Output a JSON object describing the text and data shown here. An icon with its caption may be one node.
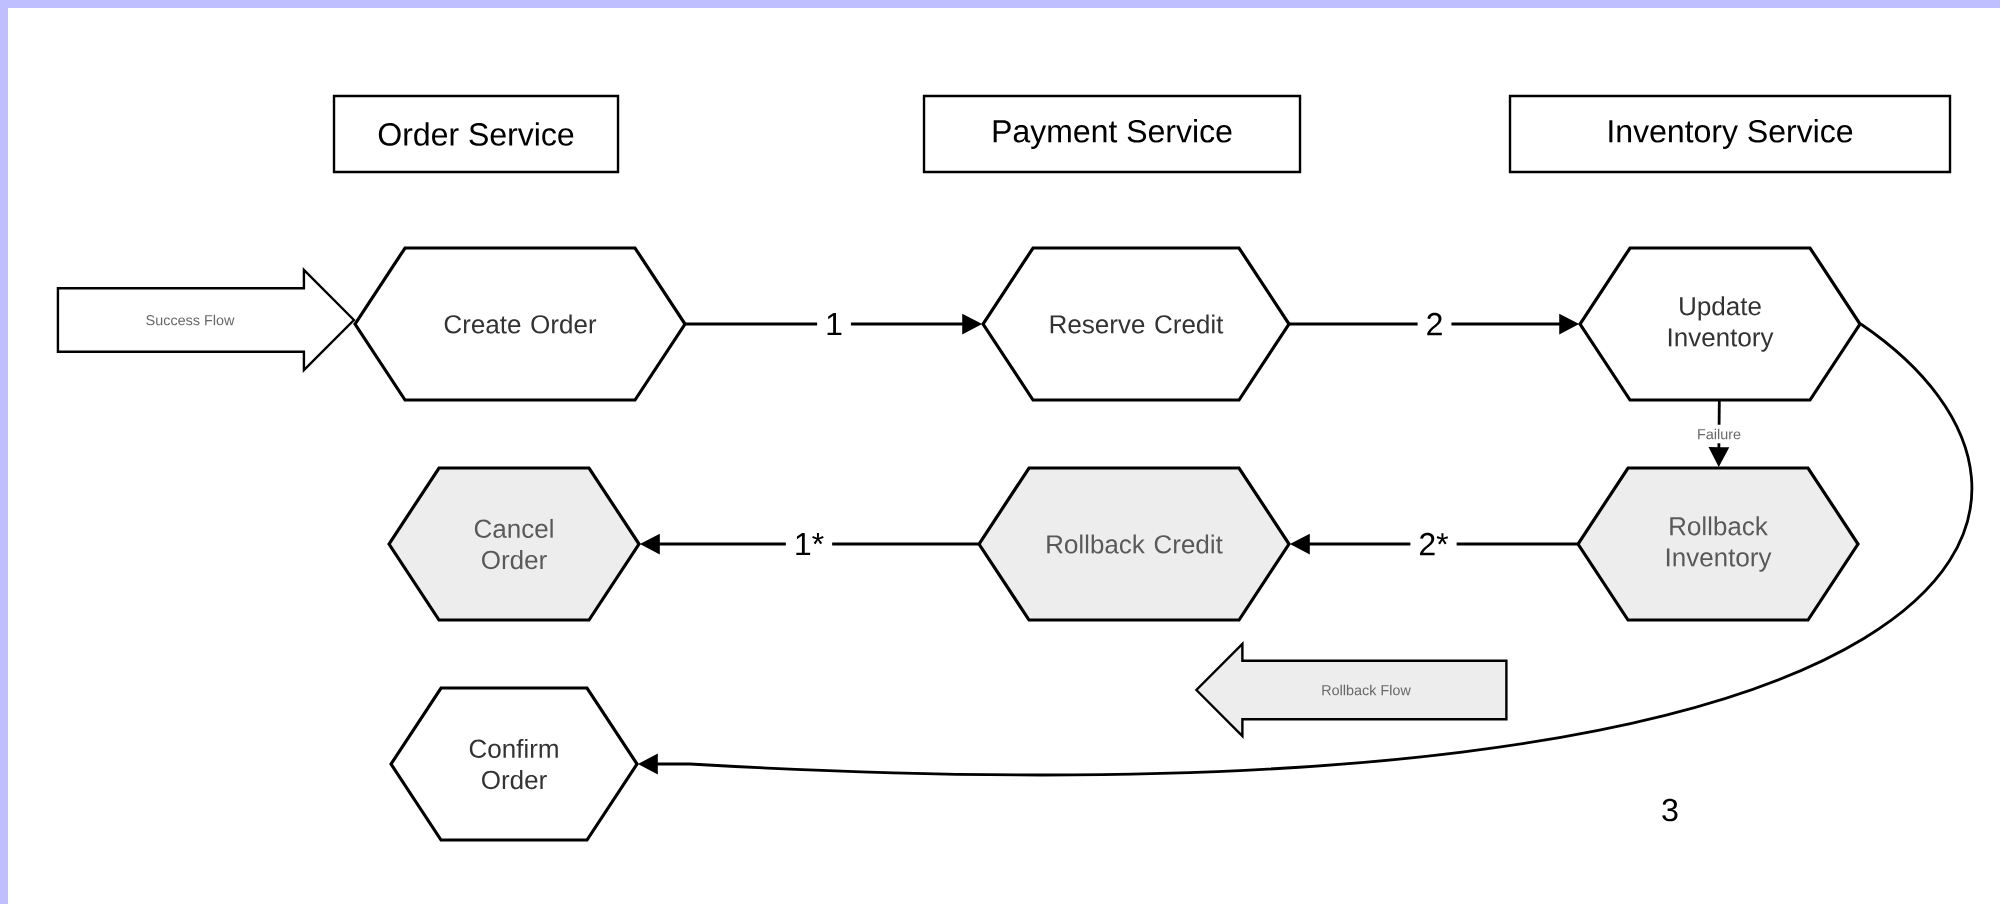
{
  "diagram": {
    "nodes": [
      {
        "text": [
          "Order Service"
        ]
      },
      {
        "text": [
          "Payment Service"
        ]
      },
      {
        "text": [
          "Inventory Service"
        ]
      },
      {
        "text": [
          "Success Flow"
        ]
      },
      {
        "text": [
          "Create Order"
        ]
      },
      {
        "text": [
          "Reserve Credit"
        ]
      },
      {
        "text": [
          "Update Inventory"
        ]
      },
      {
        "text": [
          "Cancel Order"
        ]
      },
      {
        "text": [
          "Rollback Credit"
        ]
      },
      {
        "text": [
          "Rollback Inventory"
        ]
      },
      {
        "text": [
          "Rollback Flow"
        ]
      },
      {
        "text": [
          "Confirm Order"
        ]
      }
    ],
    "edges": [
      {
        "from": 4,
        "to": 5,
        "arrow": "to",
        "label": "1"
      },
      {
        "from": 5,
        "to": 6,
        "arrow": "to",
        "label": "2"
      },
      {
        "from": 6,
        "to": 9,
        "arrow": "to",
        "label": "Failure"
      },
      {
        "from": 9,
        "to": 8,
        "arrow": "to",
        "label": "2*"
      },
      {
        "from": 8,
        "to": 7,
        "arrow": "to",
        "label": "1*"
      },
      {
        "from": 6,
        "to": 11,
        "arrow": "to",
        "label": "3"
      }
    ]
  }
}
